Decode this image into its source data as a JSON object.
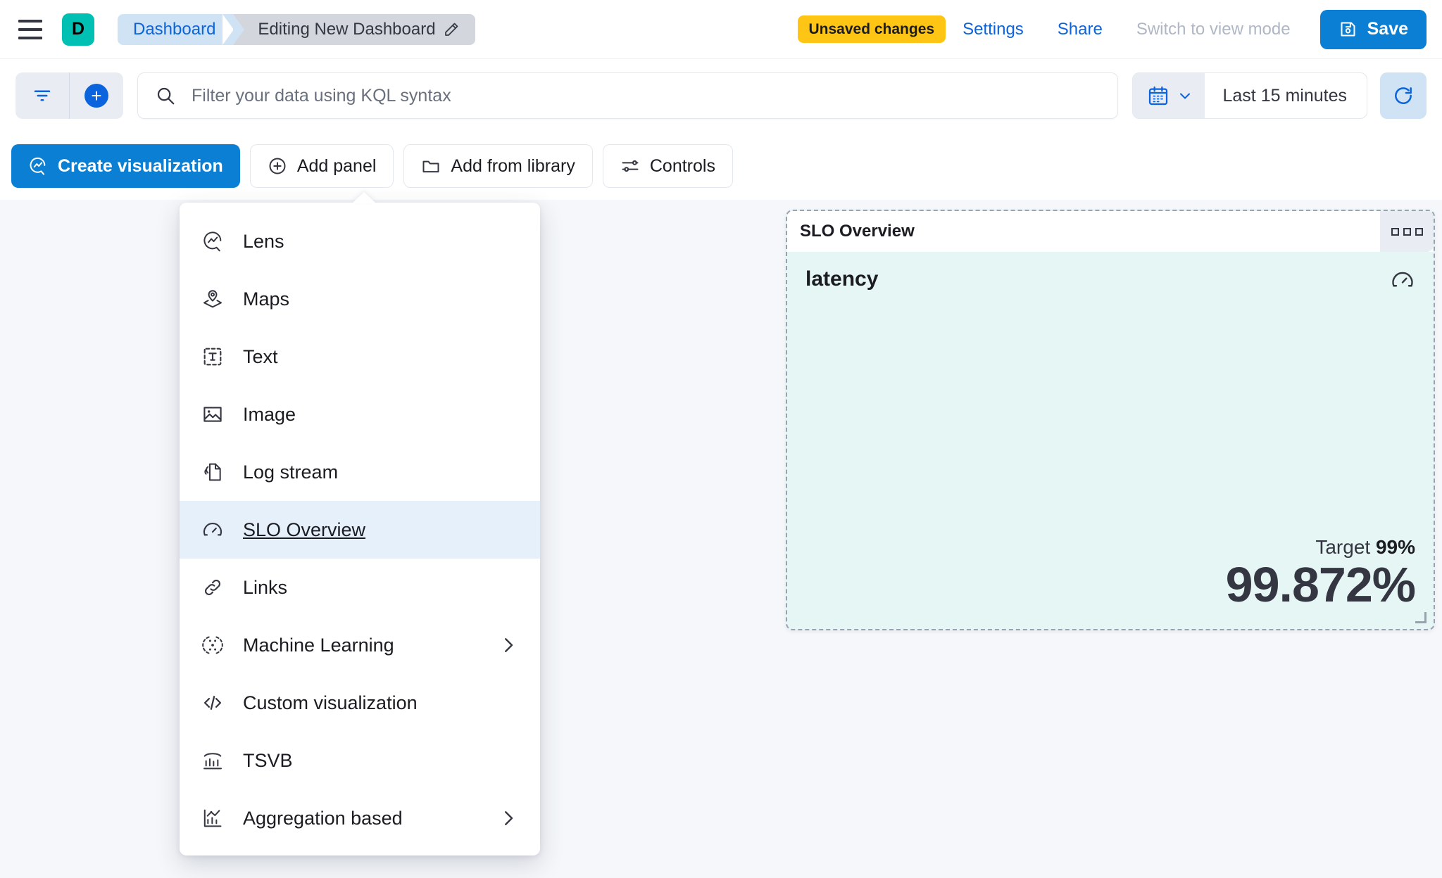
{
  "header": {
    "menu_icon": "hamburger-icon",
    "avatar_letter": "D",
    "breadcrumb_parent": "Dashboard",
    "breadcrumb_current": "Editing New Dashboard",
    "edit_icon": "pencil-icon",
    "unsaved_badge": "Unsaved changes",
    "settings_link": "Settings",
    "share_link": "Share",
    "view_mode_link": "Switch to view mode",
    "save_label": "Save",
    "save_icon": "save-disk-icon",
    "colors": {
      "accent_blue": "#0b64dd",
      "save_blue": "#0b7fd4",
      "warning_yellow": "#fec514",
      "avatar_teal": "#00bfb3",
      "disabled_gray": "#afb6c4"
    }
  },
  "querybar": {
    "filter_icon": "filter-icon",
    "add_filter_icon": "plus-circle-icon",
    "search_icon": "search-icon",
    "placeholder": "Filter your data using KQL syntax",
    "value": "",
    "calendar_icon": "calendar-icon",
    "chevron_icon": "chevron-down-icon",
    "time_range": "Last 15 minutes",
    "refresh_icon": "refresh-icon"
  },
  "toolbar": {
    "create_visualization": "Create visualization",
    "create_visualization_icon": "lens-icon",
    "add_panel": "Add panel",
    "add_panel_icon": "plus-circle-outline-icon",
    "add_from_library": "Add from library",
    "add_from_library_icon": "folder-icon",
    "controls": "Controls",
    "controls_icon": "sliders-icon"
  },
  "add_panel_menu": {
    "open": true,
    "items": [
      {
        "label": "Lens",
        "icon": "lens-icon",
        "submenu": false,
        "selected": false
      },
      {
        "label": "Maps",
        "icon": "map-pin-icon",
        "submenu": false,
        "selected": false
      },
      {
        "label": "Text",
        "icon": "text-box-icon",
        "submenu": false,
        "selected": false
      },
      {
        "label": "Image",
        "icon": "image-icon",
        "submenu": false,
        "selected": false
      },
      {
        "label": "Log stream",
        "icon": "log-stream-icon",
        "submenu": false,
        "selected": false
      },
      {
        "label": "SLO Overview",
        "icon": "gauge-icon",
        "submenu": false,
        "selected": true
      },
      {
        "label": "Links",
        "icon": "link-icon",
        "submenu": false,
        "selected": false
      },
      {
        "label": "Machine Learning",
        "icon": "ml-icon",
        "submenu": true,
        "selected": false
      },
      {
        "label": "Custom visualization",
        "icon": "code-icon",
        "submenu": false,
        "selected": false
      },
      {
        "label": "TSVB",
        "icon": "tsvb-icon",
        "submenu": false,
        "selected": false
      },
      {
        "label": "Aggregation based",
        "icon": "agg-chart-icon",
        "submenu": true,
        "selected": false
      }
    ]
  },
  "panel": {
    "title": "SLO Overview",
    "context_menu_icon": "three-squares-icon",
    "slo_name": "latency",
    "slo_icon": "gauge-icon",
    "target_label": "Target",
    "target_value": "99%",
    "current_value": "99.872%",
    "background_color": "#e6f6f4",
    "resize_handle": "resize-corner-handle"
  }
}
